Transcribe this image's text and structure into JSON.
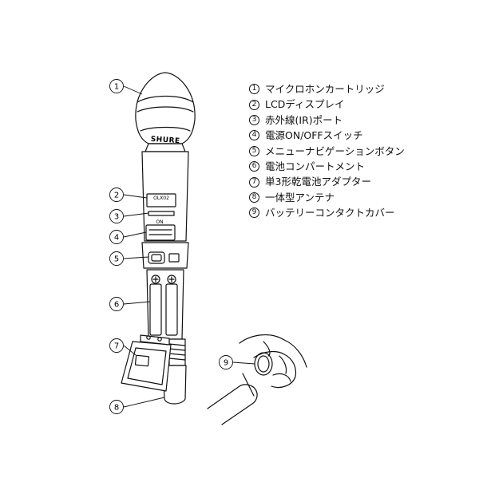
{
  "brand": "SHURE",
  "model": "OLX02",
  "sw_mark": "ON",
  "battery_polarity": "⊕",
  "callouts": [
    {
      "num": "1",
      "label": "マイクロホンカートリッジ"
    },
    {
      "num": "2",
      "label": "LCDディスプレイ"
    },
    {
      "num": "3",
      "label": "赤外線(IR)ポート"
    },
    {
      "num": "4",
      "label": "電源ON/OFFスイッチ"
    },
    {
      "num": "5",
      "label": "メニューナビゲーションボタン"
    },
    {
      "num": "6",
      "label": "電池コンパートメント"
    },
    {
      "num": "7",
      "label": "単3形乾電池アダプター"
    },
    {
      "num": "8",
      "label": "一体型アンテナ"
    },
    {
      "num": "9",
      "label": "バッテリーコンタクトカバー"
    }
  ]
}
